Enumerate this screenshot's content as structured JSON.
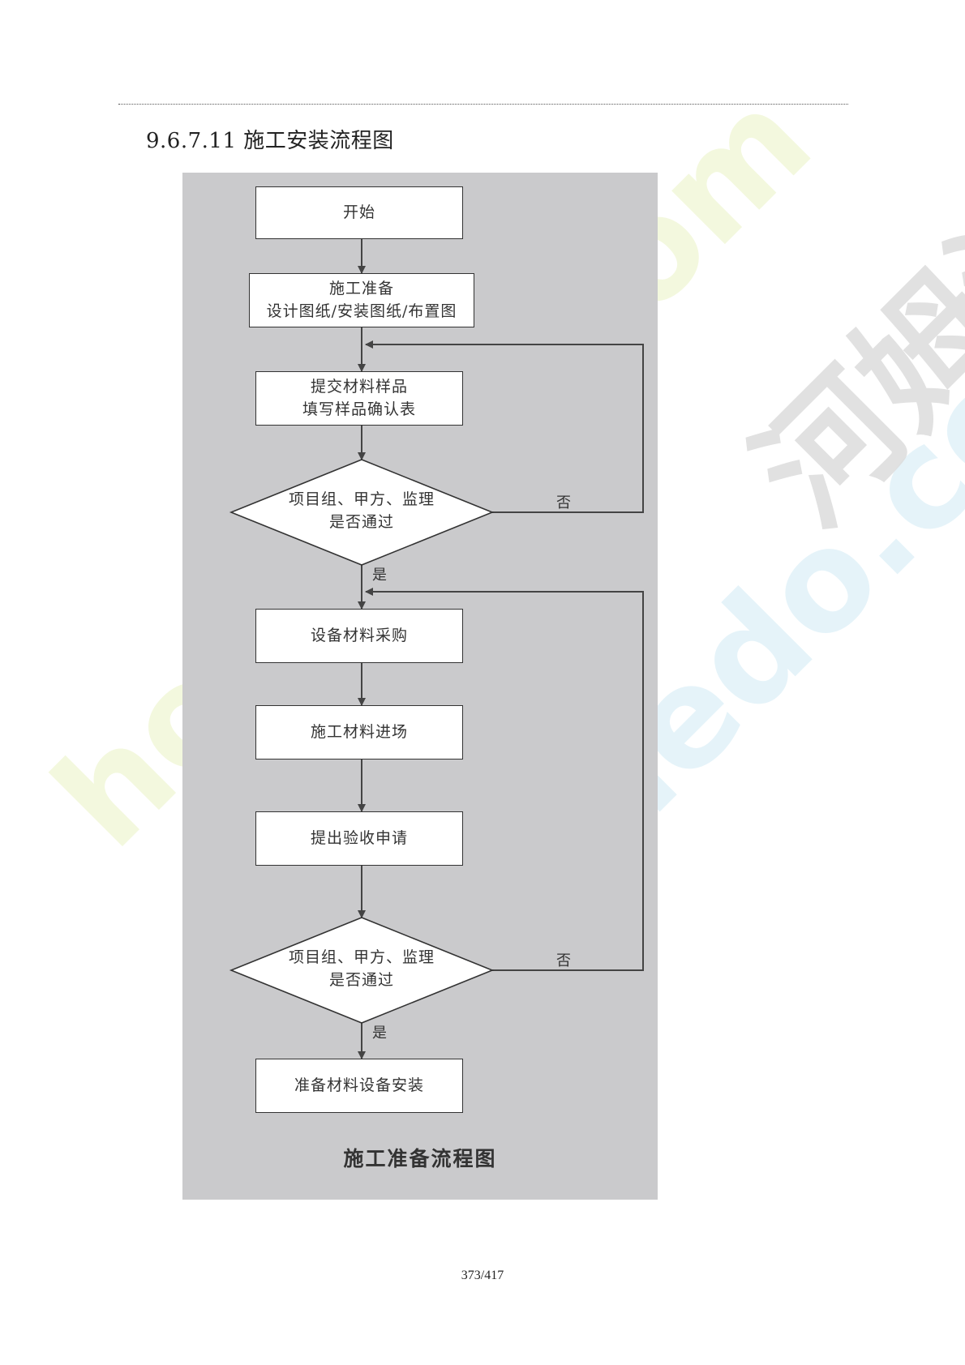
{
  "section_heading": "9.6.7.11 施工安装流程图",
  "flowchart": {
    "caption": "施工准备流程图",
    "nodes": [
      {
        "id": "start",
        "lines": [
          "开始"
        ]
      },
      {
        "id": "prep",
        "lines": [
          "施工准备",
          "设计图纸/安装图纸/布置图"
        ]
      },
      {
        "id": "samples",
        "lines": [
          "提交材料样品",
          "填写样品确认表"
        ]
      },
      {
        "id": "check1",
        "lines": [
          "项目组、甲方、监理",
          "是否通过"
        ]
      },
      {
        "id": "purchase",
        "lines": [
          "设备材料采购"
        ]
      },
      {
        "id": "arrival",
        "lines": [
          "施工材料进场"
        ]
      },
      {
        "id": "inspect",
        "lines": [
          "提出验收申请"
        ]
      },
      {
        "id": "check2",
        "lines": [
          "项目组、甲方、监理",
          "是否通过"
        ]
      },
      {
        "id": "install",
        "lines": [
          "准备材料设备安装"
        ]
      }
    ],
    "edge_labels": {
      "check1_no": "否",
      "check1_yes": "是",
      "check2_no": "否",
      "check2_yes": "是"
    }
  },
  "watermark": {
    "text": "homedo.com",
    "brand_text": "河姆渡",
    "colors": {
      "green": "#eef5c8",
      "blue": "#d6eef7",
      "gray": "#d6d6d6"
    }
  },
  "page_number": "373/417"
}
